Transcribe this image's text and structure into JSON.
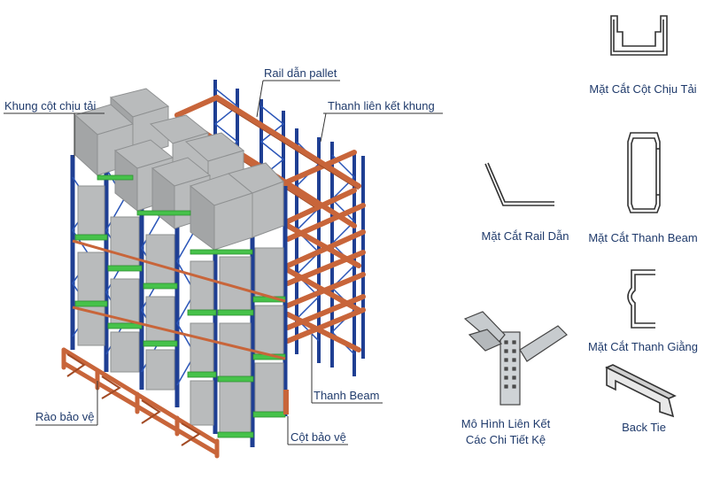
{
  "colors": {
    "upright": "#1f3f93",
    "rail": "#c8653a",
    "box": "#b9bbbc",
    "pallet": "#46c24a",
    "guard": "#c8653a",
    "label_text": "#1f3a6b",
    "section_line": "#333333"
  },
  "labels": {
    "rail_pallet": "Rail dẫn pallet",
    "khung_cot": "Khung cột chịu tải",
    "thanh_lien_ket": "Thanh liên kết khung",
    "thanh_beam": "Thanh Beam",
    "rao_bao_ve": "Rào bảo vệ",
    "cot_bao_ve": "Cột bảo vệ",
    "mat_cat_cot": "Mặt Cắt Cột Chịu Tải",
    "mat_cat_rail": "Mặt Cắt Rail Dẫn",
    "mat_cat_beam": "Mặt Cắt Thanh Beam",
    "mat_cat_giang": "Mặt Cắt Thanh Giằng",
    "mo_hinh_line1": "Mô Hình Liên Kết",
    "mo_hinh_line2": "Các Chi Tiết Kệ",
    "back_tie": "Back Tie"
  }
}
